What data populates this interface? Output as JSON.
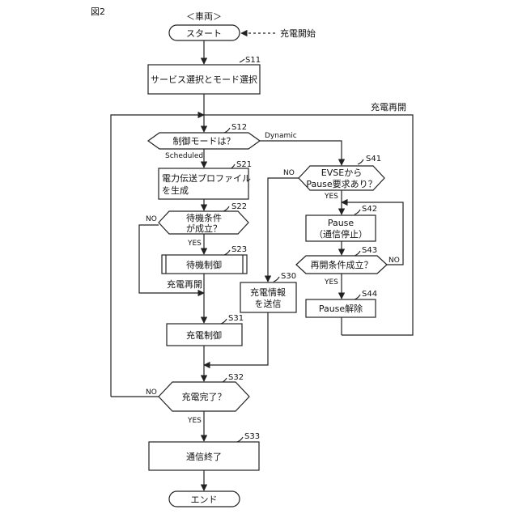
{
  "figure_label": "図2",
  "actor": "＜車両＞",
  "start": {
    "label": "スタート",
    "trigger": "充電開始"
  },
  "s11": {
    "step": "S11",
    "label": "サービス選択とモード選択"
  },
  "recharge_loop_label": "充電再開",
  "s12": {
    "step": "S12",
    "label": "制御モードは？",
    "branch_scheduled": "Scheduled",
    "branch_dynamic": "Dynamic"
  },
  "s21": {
    "step": "S21",
    "line1": "電力伝送プロファイル",
    "line2": "を生成"
  },
  "s22": {
    "step": "S22",
    "line1": "待機条件",
    "line2": "が成立？",
    "yes": "YES",
    "no": "NO"
  },
  "s23": {
    "step": "S23",
    "label": "待機制御"
  },
  "recharge_label_left": "充電再開",
  "s31": {
    "step": "S31",
    "label": "充電制御"
  },
  "s32": {
    "step": "S32",
    "label": "充電完了？",
    "yes": "YES",
    "no": "NO"
  },
  "s33": {
    "step": "S33",
    "label": "通信終了"
  },
  "end": {
    "label": "エンド"
  },
  "s41": {
    "step": "S41",
    "line1": "EVSEから",
    "line2": "Pause要求あり？",
    "yes": "YES",
    "no": "NO"
  },
  "s42": {
    "step": "S42",
    "line1": "Pause",
    "line2": "（通信停止）"
  },
  "s43": {
    "step": "S43",
    "label": "再開条件成立？",
    "yes": "YES",
    "no": "NO"
  },
  "s44": {
    "step": "S44",
    "label": "Pause解除"
  },
  "s30": {
    "step": "S30",
    "line1": "充電情報",
    "line2": "を送信"
  }
}
